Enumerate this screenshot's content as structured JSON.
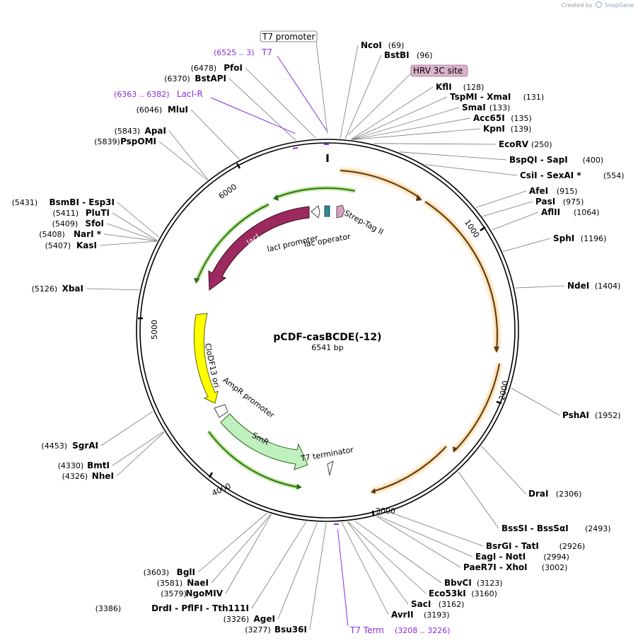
{
  "credit": {
    "prefix": "Created by",
    "brand": "SnapGene"
  },
  "plasmid": {
    "name": "pCDF-casBCDE(-12)",
    "length_label": "6541 bp",
    "length": 6541
  },
  "ticks": [
    "1000",
    "2000",
    "3000",
    "4000",
    "5000",
    "6000"
  ],
  "boxed_labels": {
    "t7_promoter": "T7 promoter",
    "hrv": "HRV 3C site"
  },
  "primers": {
    "t7": {
      "range": "(6525 .. 3)",
      "name": "T7"
    },
    "laci_r": {
      "range": "(6363 .. 6382)",
      "name": "LacI-R"
    },
    "t7_term": {
      "name": "T7 Term",
      "range": "(3208 .. 3226)"
    }
  },
  "features": {
    "laci": "lacI",
    "laci_promoter": "lacI promoter",
    "lac_operator": "lac operator",
    "strep_tag": "Strep-Tag II",
    "clodf13_ori": "CloDF13 ori",
    "ampr_promoter": "AmpR promoter",
    "smr": "SmR",
    "t7_terminator": "T7 terminator"
  },
  "sites_right": [
    {
      "name": "NcoI",
      "pos": "(69)"
    },
    {
      "name": "BstBI",
      "pos": "(96)"
    },
    {
      "name": "KflI",
      "pos": "(128)"
    },
    {
      "name": "TspMI  - XmaI",
      "pos": "(131)"
    },
    {
      "name": "SmaI",
      "pos": "(133)"
    },
    {
      "name": "Acc65I",
      "pos": "(135)"
    },
    {
      "name": "KpnI",
      "pos": "(139)"
    },
    {
      "name": "EcoRV",
      "pos": "(250)"
    },
    {
      "name": "BspQI  - SapI",
      "pos": "(400)"
    },
    {
      "name": "CsiI  - SexAI *",
      "pos": "(554)"
    },
    {
      "name": "AfeI",
      "pos": "(915)"
    },
    {
      "name": "PasI",
      "pos": "(975)"
    },
    {
      "name": "AflII",
      "pos": "(1064)"
    },
    {
      "name": "SphI",
      "pos": "(1196)"
    },
    {
      "name": "NdeI",
      "pos": "(1404)"
    },
    {
      "name": "PshAI",
      "pos": "(1952)"
    },
    {
      "name": "DraI",
      "pos": "(2306)"
    },
    {
      "name": "BssSI  - BssSαI",
      "pos": "(2493)"
    },
    {
      "name": "BsrGI  - TatI",
      "pos": "(2926)"
    },
    {
      "name": "EagI  - NotI",
      "pos": "(2994)"
    },
    {
      "name": "PaeR7I  - XhoI",
      "pos": "(3002)"
    },
    {
      "name": "BbvCI",
      "pos": "(3123)"
    },
    {
      "name": "Eco53kI",
      "pos": "(3160)"
    },
    {
      "name": "SacI",
      "pos": "(3162)"
    },
    {
      "name": "AvrII",
      "pos": "(3193)"
    }
  ],
  "sites_left": [
    {
      "pos": "(6478)",
      "name": "PfoI"
    },
    {
      "pos": "(6370)",
      "name": "BstAPI"
    },
    {
      "pos": "(6046)",
      "name": "MluI"
    },
    {
      "pos": "(5843)",
      "name": "ApaI"
    },
    {
      "pos": "(5839)",
      "name": "PspOMI"
    },
    {
      "pos": "(5431)",
      "name": "BsmBI  - Esp3I"
    },
    {
      "pos": "(5411)",
      "name": "PluTI"
    },
    {
      "pos": "(5409)",
      "name": "SfoI"
    },
    {
      "pos": "(5408)",
      "name": "NarI *"
    },
    {
      "pos": "(5407)",
      "name": "KasI"
    },
    {
      "pos": "(5126)",
      "name": "XbaI"
    },
    {
      "pos": "(4453)",
      "name": "SgrAI"
    },
    {
      "pos": "(4330)",
      "name": "BmtI"
    },
    {
      "pos": "(4326)",
      "name": "NheI"
    },
    {
      "pos": "(3603)",
      "name": "BglI"
    },
    {
      "pos": "(3581)",
      "name": "NaeI"
    },
    {
      "pos": "(3579)",
      "name": "NgoMIV"
    },
    {
      "pos": "(3386)",
      "name": "DrdI  - PflFI  - Tth111I"
    },
    {
      "pos": "(3326)",
      "name": "AgeI"
    },
    {
      "pos": "(3277)",
      "name": "Bsu36I"
    }
  ],
  "colors": {
    "backbone": "#000000",
    "orf": "#f0a030",
    "laci": "#9c2a5e",
    "green": "#50b030",
    "smr": "#c0f0c0",
    "ori": "#ffff00",
    "primer": "#8a2be2",
    "hrv_box": "#d9b3c9"
  }
}
